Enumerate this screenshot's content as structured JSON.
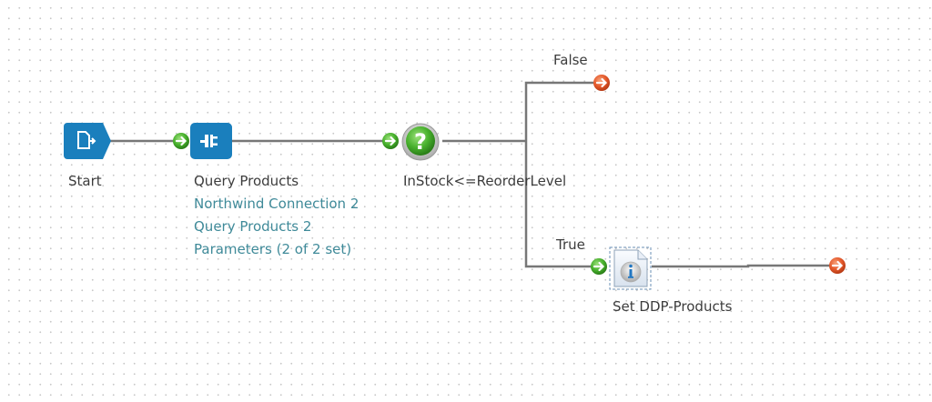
{
  "workflow": {
    "nodes": {
      "start": {
        "label": "Start",
        "icon": "document-export-icon",
        "color": "#1a7fbd"
      },
      "query": {
        "label": "Query Products",
        "icon": "plug-connector-icon",
        "color": "#1a7fbd",
        "details": [
          "Northwind Connection 2",
          "Query Products 2",
          "Parameters (2 of 2 set)"
        ]
      },
      "decision": {
        "label": "InStock<=ReorderLevel",
        "icon": "question-mark-icon",
        "color": "#3aa52a"
      },
      "set_ddp": {
        "label": "Set DDP-Products",
        "icon": "info-document-icon",
        "color": "#2277c2"
      }
    },
    "branches": {
      "false_label": "False",
      "true_label": "True"
    },
    "colors": {
      "connector_in": "#4cb534",
      "connector_out": "#e2582d",
      "line": "#777777",
      "detail_text": "#3f8a99"
    }
  }
}
